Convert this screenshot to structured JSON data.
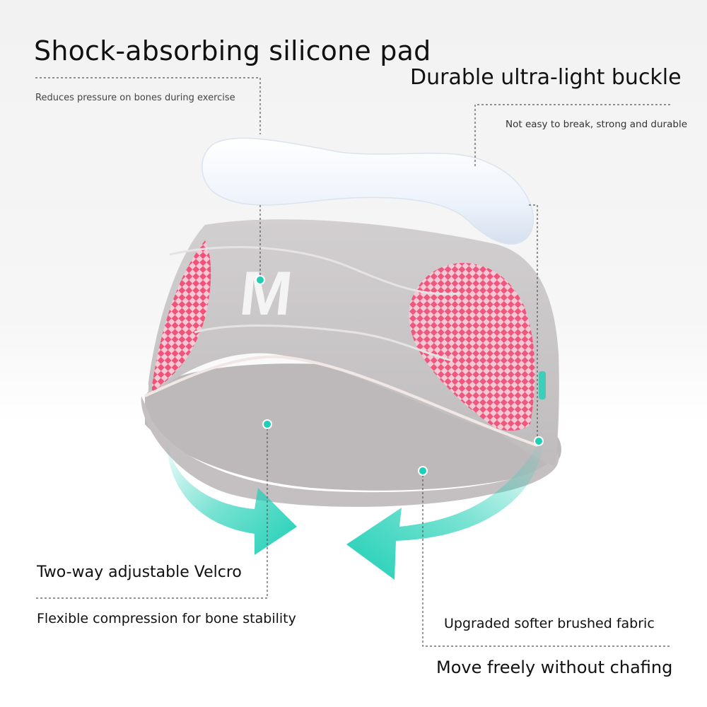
{
  "features": {
    "silicone_pad": {
      "title": "Shock-absorbing silicone pad",
      "desc": "Reduces pressure on bones during exercise"
    },
    "buckle": {
      "title": "Durable ultra-light buckle",
      "desc": "Not easy to break, strong and durable"
    },
    "velcro": {
      "title": "Two-way adjustable Velcro",
      "desc": "Flexible compression for bone stability"
    },
    "fabric": {
      "title": "Upgraded softer brushed fabric",
      "desc": "Move freely without chafing"
    }
  },
  "product": {
    "logo_text": "M"
  },
  "colors": {
    "teal_accent": "#1ecfb5",
    "pink_pattern": "#f0527a",
    "strap_gray": "#c9c5c6",
    "pad_white": "#eef3fb"
  }
}
